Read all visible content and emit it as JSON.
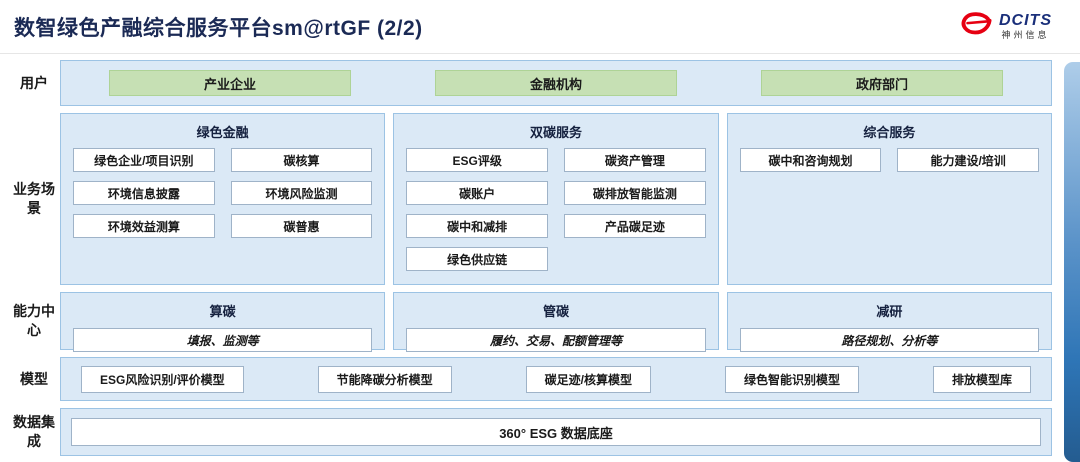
{
  "header": {
    "title": "数智绿色产融综合服务平台sm@rtGF (2/2)",
    "logo_brand": "DCITS",
    "logo_company": "神州信息"
  },
  "labels": {
    "users": "用户",
    "scenarios": "业务场景",
    "capability": "能力中心",
    "models": "模型",
    "data": "数据集成"
  },
  "users": {
    "items": [
      "产业企业",
      "金融机构",
      "政府部门"
    ]
  },
  "scenarios": {
    "green_finance": {
      "title": "绿色金融",
      "items": [
        "绿色企业/项目识别",
        "碳核算",
        "环境信息披露",
        "环境风险监测",
        "环境效益测算",
        "碳普惠"
      ]
    },
    "dual_carbon": {
      "title": "双碳服务",
      "items": [
        "ESG评级",
        "碳资产管理",
        "碳账户",
        "碳排放智能监测",
        "碳中和减排",
        "产品碳足迹",
        "绿色供应链"
      ]
    },
    "comprehensive": {
      "title": "综合服务",
      "items": [
        "碳中和咨询规划",
        "能力建设/培训"
      ]
    }
  },
  "capability": {
    "groups": [
      {
        "title": "算碳",
        "desc": "填报、监测等"
      },
      {
        "title": "管碳",
        "desc": "履约、交易、配额管理等"
      },
      {
        "title": "减研",
        "desc": "路径规划、分析等"
      }
    ]
  },
  "models": {
    "items": [
      "ESG风险识别/评价模型",
      "节能降碳分析模型",
      "碳足迹/核算模型",
      "绿色智能识别模型",
      "排放模型库"
    ]
  },
  "data_integration": {
    "item": "360° ESG 数据底座"
  },
  "colors": {
    "accent_green": "#c6e0b4",
    "panel_blue": "#dbe9f6",
    "border_blue": "#9cc3e4",
    "title_navy": "#1b2a55",
    "logo_red": "#e60012"
  }
}
